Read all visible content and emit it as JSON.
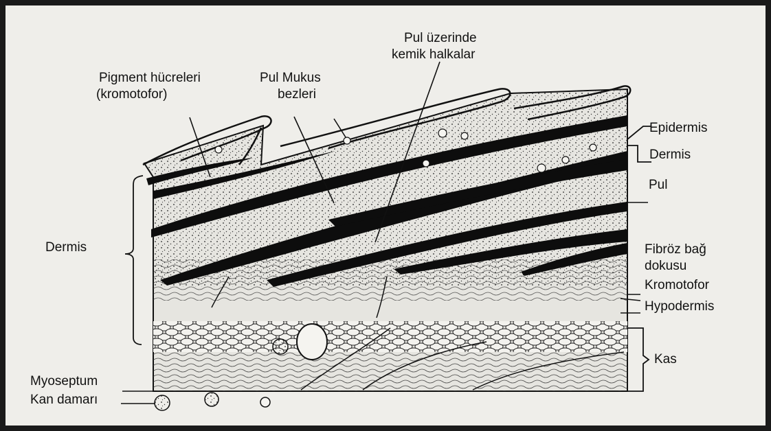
{
  "figure": {
    "labels": {
      "pigment_cells": [
        "Pigment hücreleri",
        "(kromotofor)"
      ],
      "mucus_glands": [
        "Pul Mukus",
        "bezleri"
      ],
      "bony_rings": [
        "Pul üzerinde",
        "kemik halkalar"
      ],
      "epidermis": "Epidermis",
      "dermis_right": "Dermis",
      "scale": "Pul",
      "fibrous_tissue": [
        "Fibröz bağ",
        "dokusu"
      ],
      "chromatophore": "Kromotofor",
      "hypodermis": "Hypodermis",
      "muscle": "Kas",
      "dermis_left": "Dermis",
      "myoseptum": "Myoseptum",
      "blood_vessel": "Kan damarı"
    },
    "colors": {
      "ink": "#111111",
      "paper": "#efeeea",
      "background": "#1a1a1a"
    }
  }
}
